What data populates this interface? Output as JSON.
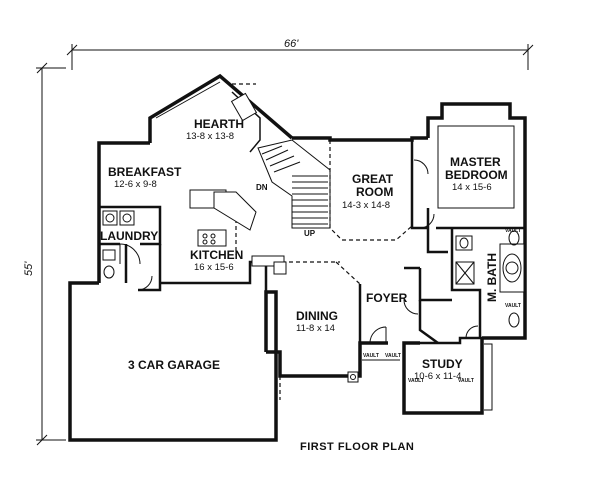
{
  "plan": {
    "title": "FIRST FLOOR PLAN",
    "overall_width": "66'",
    "overall_depth": "55'"
  },
  "rooms": [
    {
      "id": "hearth",
      "name": "HEARTH",
      "dims": "13-8 x 13-8"
    },
    {
      "id": "breakfast",
      "name": "BREAKFAST",
      "dims": "12-6 x 9-8"
    },
    {
      "id": "laundry",
      "name": "LAUNDRY",
      "dims": ""
    },
    {
      "id": "kitchen",
      "name": "KITCHEN",
      "dims": "16 x 15-6"
    },
    {
      "id": "great-room",
      "name": "GREAT",
      "name2": "ROOM",
      "dims": "14-3 x 14-8"
    },
    {
      "id": "master-bedroom",
      "name": "MASTER",
      "name2": "BEDROOM",
      "dims": "14 x 15-6"
    },
    {
      "id": "master-bath",
      "name": "M. BATH",
      "dims": ""
    },
    {
      "id": "foyer",
      "name": "FOYER",
      "dims": ""
    },
    {
      "id": "dining",
      "name": "DINING",
      "dims": "11-8 x 14"
    },
    {
      "id": "study",
      "name": "STUDY",
      "dims": "10-6 x 11-4"
    },
    {
      "id": "garage",
      "name": "3 CAR GARAGE",
      "dims": ""
    }
  ],
  "labels": {
    "stair_down": "DN",
    "stair_up": "UP",
    "vault": "VAULT"
  }
}
